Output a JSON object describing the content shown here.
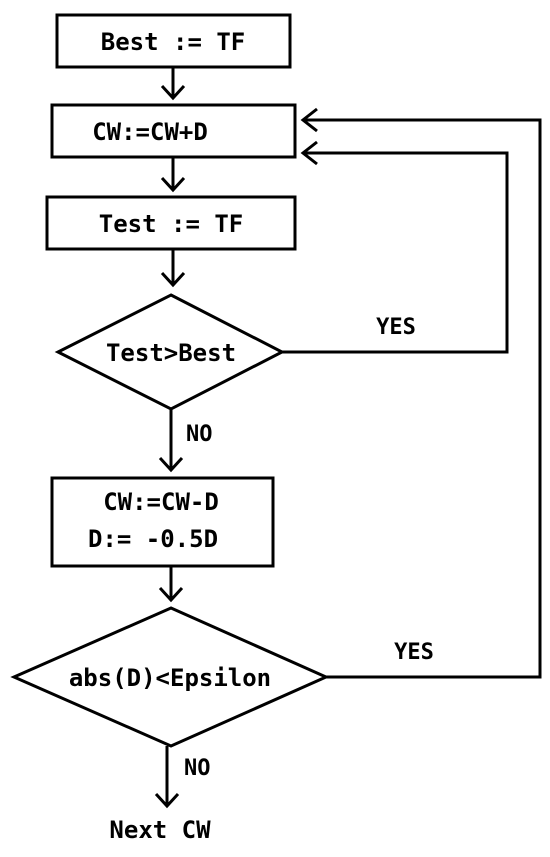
{
  "nodes": {
    "init": "Best := TF",
    "increment": "CW:=CW+D",
    "test": "Test := TF",
    "compare": "Test>Best",
    "adjust_line1": "CW:=CW-D",
    "adjust_line2": "D:= -0.5D",
    "converge": "abs(D)<Epsilon",
    "end": "Next CW"
  },
  "edges": {
    "compare_yes": "YES",
    "compare_no": "NO",
    "converge_yes": "YES",
    "converge_no": "NO"
  },
  "colors": {
    "stroke": "#000000",
    "background": "#ffffff"
  }
}
